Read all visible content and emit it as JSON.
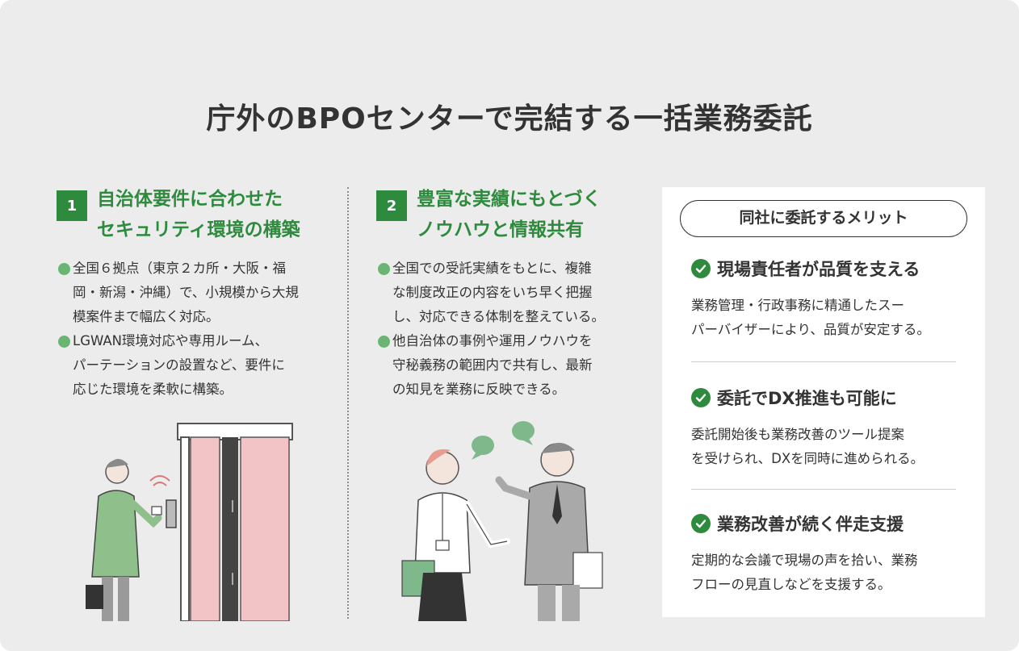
{
  "title": "庁外のBPOセンターで完結する一括業務委託",
  "columns": [
    {
      "number": "1",
      "heading_line1": "自治体要件に合わせた",
      "heading_line2": "セキュリティ環境の構築",
      "bullets": [
        [
          "全国６拠点（東京２カ所・大阪・福",
          "岡・新潟・沖縄）で、小規模から大規",
          "模案件まで幅広く対応。"
        ],
        [
          "LGWAN環境対応や専用ルーム、",
          "パーテーションの設置など、要件に",
          "応じた環境を柔軟に構築。"
        ]
      ]
    },
    {
      "number": "2",
      "heading_line1": "豊富な実績にもとづく",
      "heading_line2": "ノウハウと情報共有",
      "bullets": [
        [
          "全国での受託実績をもとに、複雑",
          "な制度改正の内容をいち早く把握",
          "し、対応できる体制を整えている。"
        ],
        [
          "他自治体の事例や運用ノウハウを",
          "守秘義務の範囲内で共有し、最新",
          "の知見を業務に反映できる。"
        ]
      ]
    }
  ],
  "merits": {
    "header": "同社に委託するメリット",
    "items": [
      {
        "title": "現場責任者が品質を支える",
        "desc_line1": "業務管理・行政事務に精通したスー",
        "desc_line2": "パーバイザーにより、品質が安定する。"
      },
      {
        "title": "委託でDX推進も可能に",
        "desc_line1": "委託開始後も業務改善のツール提案",
        "desc_line2": "を受けられ、DXを同時に進められる。"
      },
      {
        "title": "業務改善が続く伴走支援",
        "desc_line1": "定期的な会議で現場の声を拾い、業務",
        "desc_line2": "フローの見直しなどを支援する。"
      }
    ]
  },
  "icons": {
    "bullet": "green-dot-icon",
    "check": "check-circle-icon",
    "illustration_1": "security-door-card-reader-illustration",
    "illustration_2": "consultation-conversation-illustration"
  },
  "colors": {
    "accent_green": "#2e8b3e",
    "bullet_green": "#6bb574",
    "background": "#ececec",
    "card": "#ffffff",
    "door_pink": "#f2c4c6"
  }
}
